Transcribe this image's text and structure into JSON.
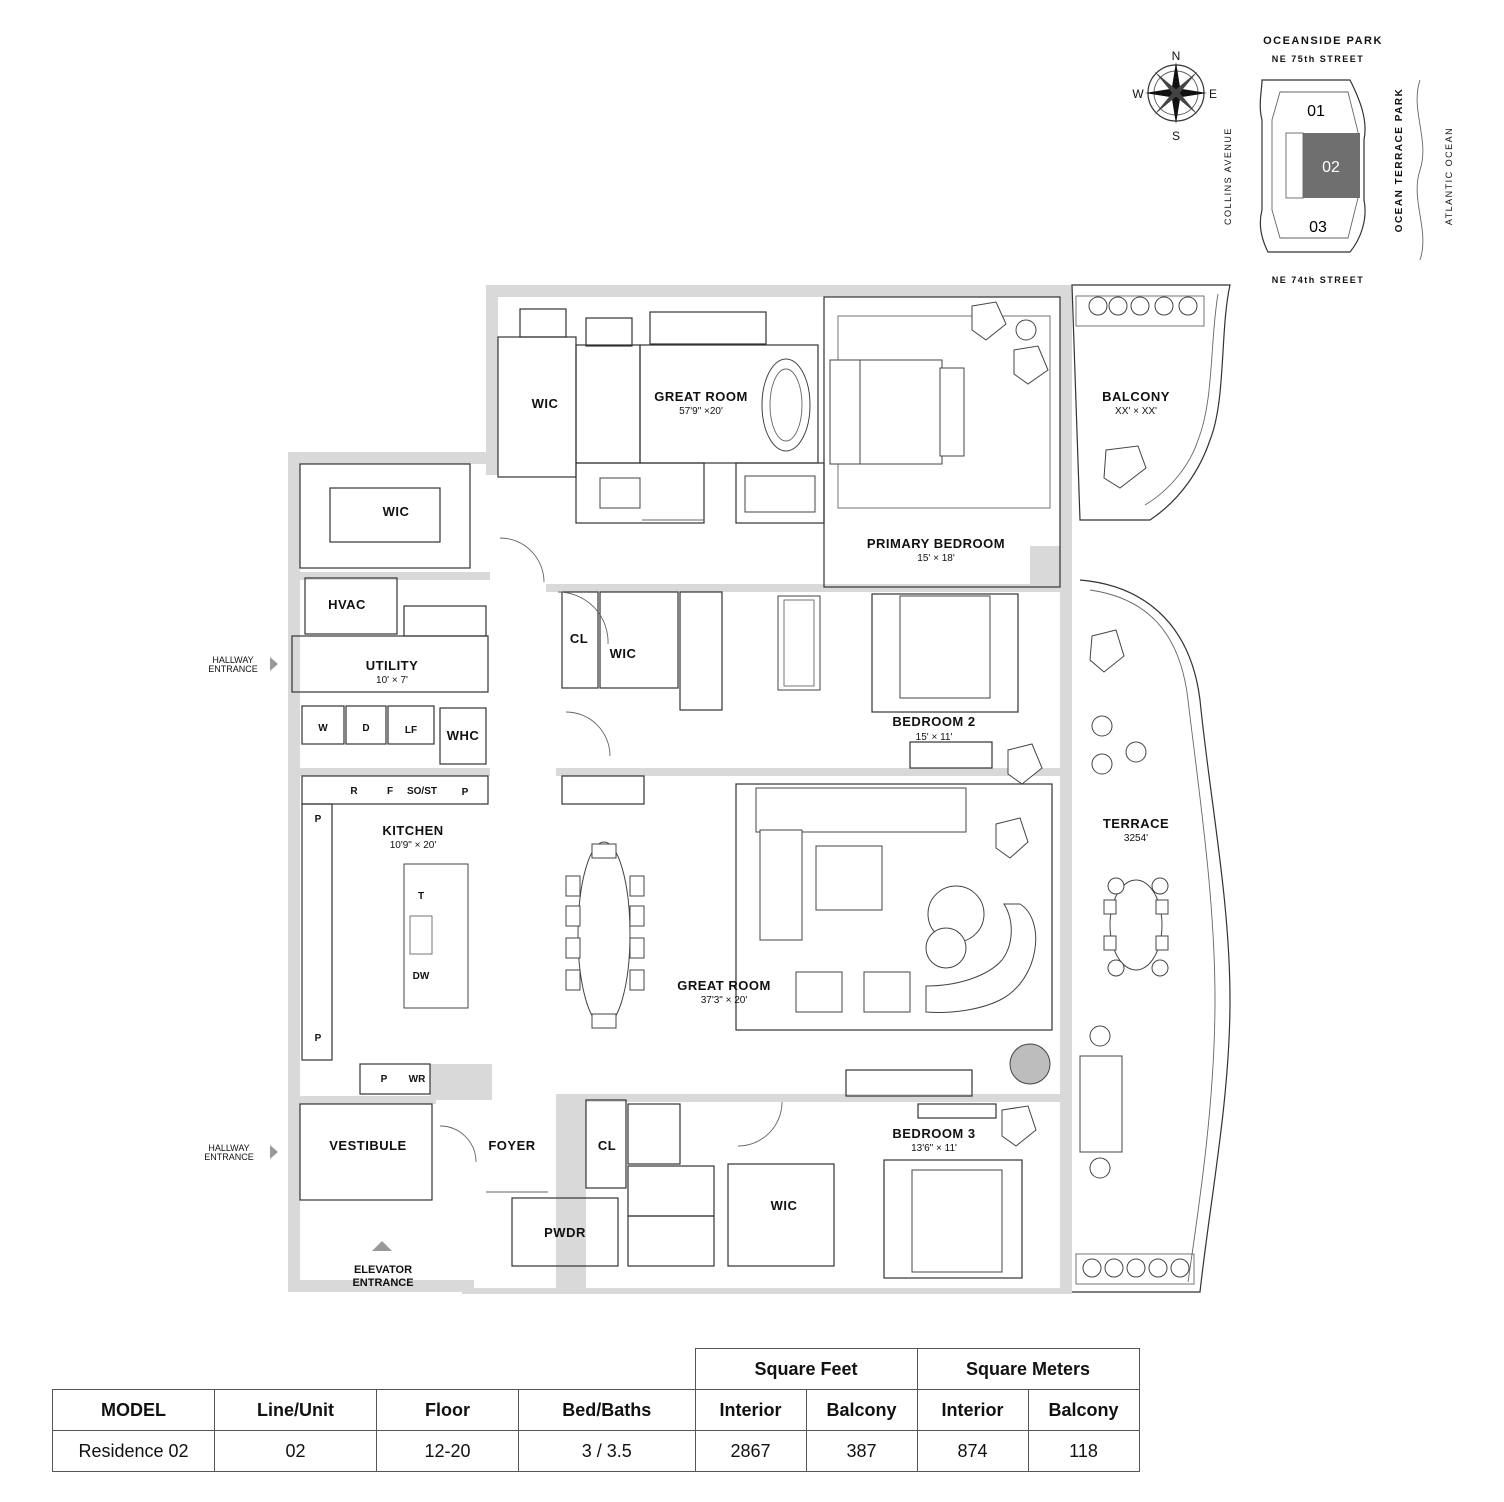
{
  "key_plan": {
    "title": "OCEANSIDE PARK",
    "street_north": "NE 75th STREET",
    "street_south": "NE 74th STREET",
    "street_west": "COLLINS AVENUE",
    "park_east": "OCEAN TERRACE PARK",
    "ocean": "ATLANTIC OCEAN",
    "units": [
      "01",
      "02",
      "03"
    ],
    "highlight_color": "#6f6f6f"
  },
  "compass": {
    "n": "N",
    "s": "S",
    "e": "E",
    "w": "W"
  },
  "rooms": {
    "primary_bath": {
      "name": "GREAT ROOM",
      "dim": "57'9\" ×20'"
    },
    "wic_top": "WIC",
    "wic_left": "WIC",
    "balcony": {
      "name": "BALCONY",
      "dim": "XX' × XX'"
    },
    "primary_bedroom": {
      "name": "PRIMARY BEDROOM",
      "dim": "15' × 18'"
    },
    "hvac": "HVAC",
    "cl_upper": "CL",
    "wic_mid": "WIC",
    "utility": {
      "name": "UTILITY",
      "dim": "10' × 7'"
    },
    "bedroom2": {
      "name": "BEDROOM 2",
      "dim": "15' × 11'"
    },
    "whc": "WHC",
    "w": "W",
    "d": "D",
    "lf": "LF",
    "r": "R",
    "f": "F",
    "sost": "SO/ST",
    "p": "P",
    "kitchen": {
      "name": "KITCHEN",
      "dim": "10'9\" × 20'"
    },
    "t": "T",
    "dw": "DW",
    "terrace": {
      "name": "TERRACE",
      "dim": "3254'"
    },
    "great_room": {
      "name": "GREAT ROOM",
      "dim": "37'3\" × 20'"
    },
    "wr": "WR",
    "vestibule": "VESTIBULE",
    "foyer": "FOYER",
    "cl_lower": "CL",
    "bedroom3": {
      "name": "BEDROOM 3",
      "dim": "13'6\" × 11'"
    },
    "wic_bottom": "WIC",
    "pwdr": "PWDR"
  },
  "entrances": {
    "hallway_line1": "HALLWAY",
    "hallway_line2": "ENTRANCE",
    "elevator_line1": "ELEVATOR",
    "elevator_line2": "ENTRANCE"
  },
  "specs": {
    "group_sqft": "Square Feet",
    "group_sqm": "Square Meters",
    "headers": [
      "MODEL",
      "Line/Unit",
      "Floor",
      "Bed/Baths",
      "Interior",
      "Balcony",
      "Interior",
      "Balcony"
    ],
    "row": [
      "Residence 02",
      "02",
      "12-20",
      "3 / 3.5",
      "2867",
      "387",
      "874",
      "118"
    ]
  }
}
